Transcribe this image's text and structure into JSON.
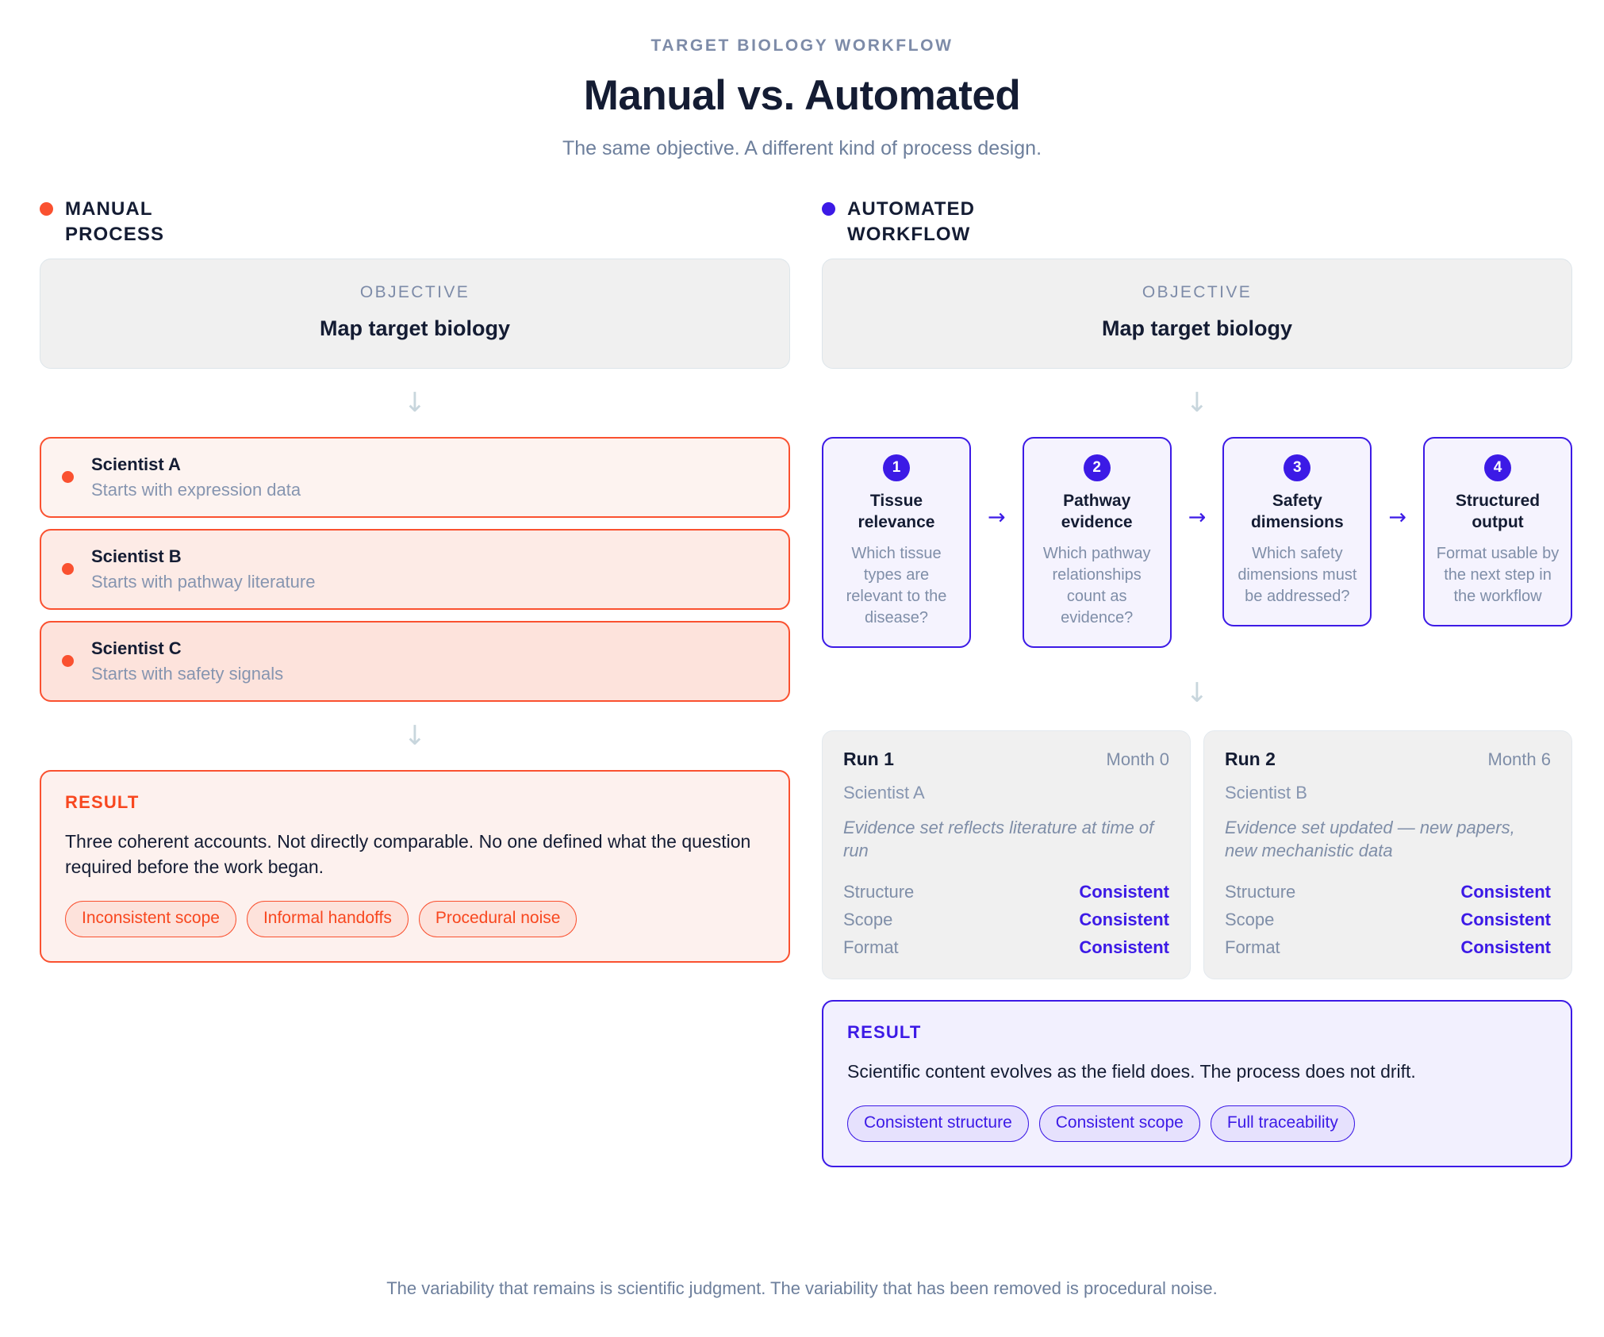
{
  "header": {
    "eyebrow": "TARGET BIOLOGY WORKFLOW",
    "title": "Manual vs. Automated",
    "subtitle": "The same objective. A different kind of process design."
  },
  "colors": {
    "manual_accent": "#fa5130",
    "automated_accent": "#3c1ae6",
    "muted_text": "#7f8ea8",
    "heading_text": "#141c33",
    "arrow_gray": "#c8d6dd"
  },
  "manual": {
    "column_title": "MANUAL PROCESS",
    "dot_icon": "manual-dot-icon",
    "objective": {
      "label": "OBJECTIVE",
      "value": "Map target biology"
    },
    "arrow_1": "↓",
    "scientists": [
      {
        "name": "Scientist A",
        "desc": "Starts with expression data"
      },
      {
        "name": "Scientist B",
        "desc": "Starts with pathway literature"
      },
      {
        "name": "Scientist C",
        "desc": "Starts with safety signals"
      }
    ],
    "arrow_2": "↓",
    "result": {
      "label": "RESULT",
      "body": "Three coherent accounts. Not directly comparable. No one defined what the question required before the work began.",
      "chips": [
        "Inconsistent scope",
        "Informal handoffs",
        "Procedural noise"
      ]
    }
  },
  "automated": {
    "column_title": "AUTOMATED WORKFLOW",
    "dot_icon": "automated-dot-icon",
    "objective": {
      "label": "OBJECTIVE",
      "value": "Map target biology"
    },
    "arrow_1": "↓",
    "step_arrow": "→",
    "steps": [
      {
        "num": "1",
        "title": "Tissue relevance",
        "question": "Which tissue types are relevant to the disease?"
      },
      {
        "num": "2",
        "title": "Pathway evidence",
        "question": "Which pathway relationships count as evidence?"
      },
      {
        "num": "3",
        "title": "Safety dimensions",
        "question": "Which safety dimensions must be addressed?"
      },
      {
        "num": "4",
        "title": "Structured output",
        "question": "Format usable by the next step in the workflow"
      }
    ],
    "arrow_2": "↓",
    "runs": [
      {
        "name": "Run 1",
        "month": "Month 0",
        "scientist": "Scientist A",
        "note": "Evidence set reflects literature at time of run",
        "metrics": [
          {
            "key": "Structure",
            "value": "Consistent"
          },
          {
            "key": "Scope",
            "value": "Consistent"
          },
          {
            "key": "Format",
            "value": "Consistent"
          }
        ]
      },
      {
        "name": "Run 2",
        "month": "Month 6",
        "scientist": "Scientist B",
        "note": "Evidence set updated — new papers, new mechanistic data",
        "metrics": [
          {
            "key": "Structure",
            "value": "Consistent"
          },
          {
            "key": "Scope",
            "value": "Consistent"
          },
          {
            "key": "Format",
            "value": "Consistent"
          }
        ]
      }
    ],
    "result": {
      "label": "RESULT",
      "body": "Scientific content evolves as the field does. The process does not drift.",
      "chips": [
        "Consistent structure",
        "Consistent scope",
        "Full traceability"
      ]
    }
  },
  "footer": "The variability that remains is scientific judgment. The variability that has been removed is procedural noise."
}
